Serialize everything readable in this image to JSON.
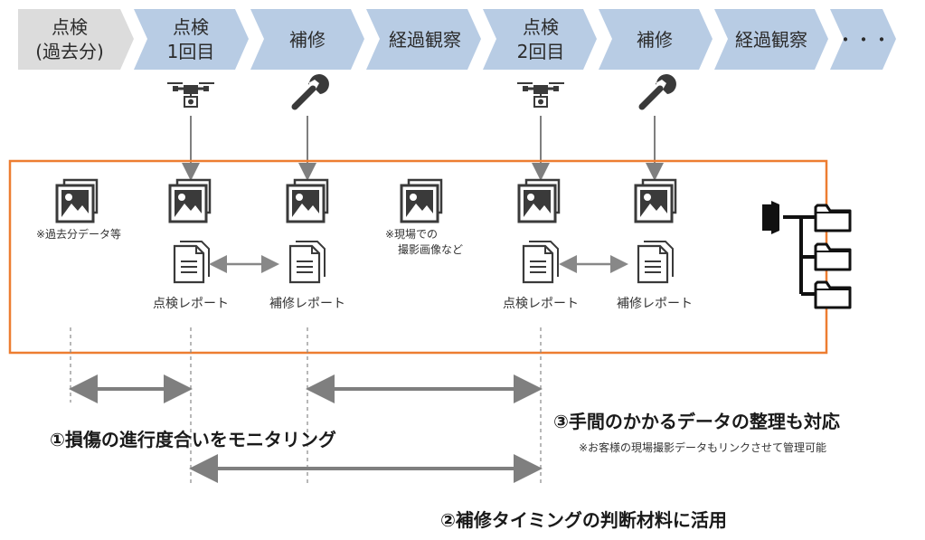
{
  "timeline": {
    "steps": [
      {
        "line1": "点検",
        "line2": "(過去分)",
        "style": "gray"
      },
      {
        "line1": "点検",
        "line2": "1回目",
        "style": "blue"
      },
      {
        "line1": "補修",
        "line2": "",
        "style": "blue"
      },
      {
        "line1": "経過観察",
        "line2": "",
        "style": "blue"
      },
      {
        "line1": "点検",
        "line2": "2回目",
        "style": "blue"
      },
      {
        "line1": "補修",
        "line2": "",
        "style": "blue"
      },
      {
        "line1": "経過観察",
        "line2": "",
        "style": "blue"
      },
      {
        "line1": "・・・",
        "line2": "",
        "style": "blue"
      }
    ]
  },
  "notes": {
    "past_data": "※過去分データ等",
    "site_photo_line1": "※現場での",
    "site_photo_line2": "撮影画像など"
  },
  "reports": {
    "inspection_1": "点検レポート",
    "repair_1": "補修レポート",
    "inspection_2": "点検レポート",
    "repair_2": "補修レポート"
  },
  "benefits": {
    "monitoring": "①損傷の進行度合いをモニタリング",
    "repair_timing": "②補修タイミングの判断材料に活用",
    "data_organization": "③手間のかかるデータの整理も対応",
    "data_organization_note": "※お客様の現場撮影データもリンクさせて管理可能"
  },
  "colors": {
    "step_gray": "#dcdcdc",
    "step_blue": "#b8cce4",
    "frame_orange": "#ed7d31",
    "arrow_gray": "#7f7f7f",
    "icon_dark": "#3a3a3a"
  }
}
